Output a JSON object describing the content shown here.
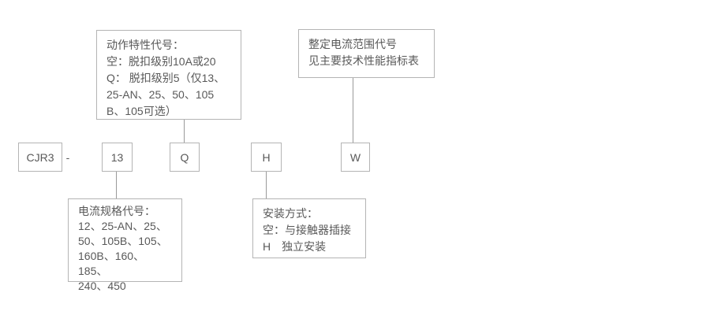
{
  "colors": {
    "background": "#ffffff",
    "box_border": "#b4b4b4",
    "text": "#595959",
    "connector_line": "#9a9a9a"
  },
  "model_code": {
    "prefix": "CJR3",
    "separator": "-",
    "segments": [
      {
        "meaning": "current-spec",
        "code": "13"
      },
      {
        "meaning": "trip-class",
        "code": "Q"
      },
      {
        "meaning": "mounting",
        "code": "H"
      },
      {
        "meaning": "current-range",
        "code": "W"
      }
    ]
  },
  "callouts": {
    "trip_class": "动作特性代号：\n空：脱扣级别10A或20\nQ： 脱扣级别5（仅13、\n25-AN、25、50、105\nB、105可选）",
    "current_range": "整定电流范围代号\n见主要技术性能指标表",
    "current_spec": "电流规格代号：\n12、25-AN、25、\n50、105B、105、\n160B、160、185、\n240、450",
    "mounting": "安装方式：\n空：与接触器插接\nH　独立安装"
  }
}
